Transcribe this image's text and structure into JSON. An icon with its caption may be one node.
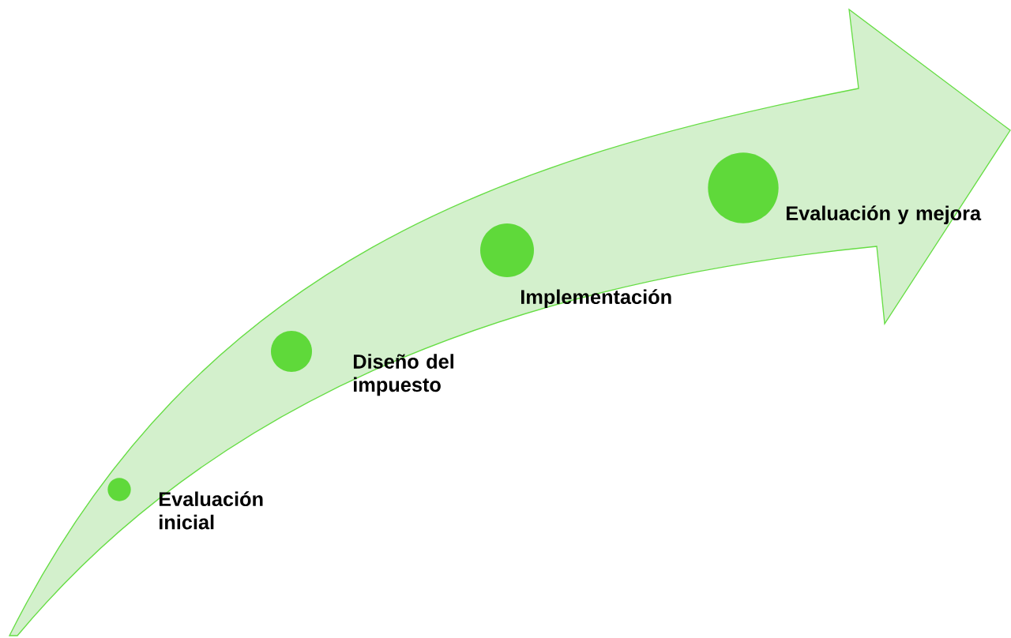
{
  "diagram": {
    "nodes": [
      {
        "text": [],
        "shape": "circle",
        "beside": [
          "Evaluación inicial"
        ]
      },
      {
        "text": [],
        "shape": "circle",
        "beside": [
          "Diseño del impuesto"
        ]
      },
      {
        "text": [],
        "shape": "circle",
        "beside": [
          "Implementación"
        ]
      },
      {
        "text": [],
        "shape": "circle",
        "beside": [
          "Evaluación y mejora"
        ]
      }
    ]
  }
}
